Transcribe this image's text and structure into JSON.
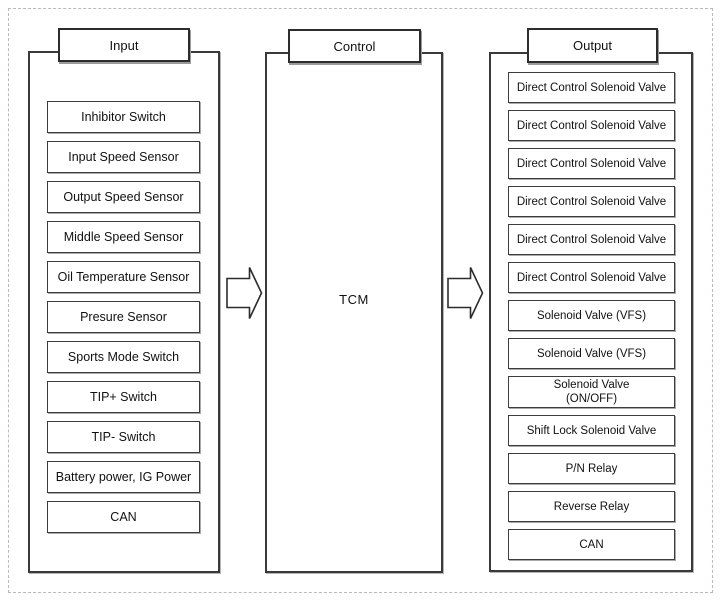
{
  "input_panel": {
    "title": "Input",
    "items": [
      "Inhibitor Switch",
      "Input Speed Sensor",
      "Output Speed Sensor",
      "Middle Speed Sensor",
      "Oil Temperature Sensor",
      "Presure Sensor",
      "Sports Mode Switch",
      "TIP+ Switch",
      "TIP- Switch",
      "Battery power, IG Power",
      "CAN"
    ]
  },
  "control_panel": {
    "title": "Control",
    "label": "TCM"
  },
  "output_panel": {
    "title": "Output",
    "items": [
      "Direct Control Solenoid Valve",
      "Direct Control Solenoid Valve",
      "Direct Control Solenoid Valve",
      "Direct Control Solenoid Valve",
      "Direct Control Solenoid Valve",
      "Direct Control Solenoid Valve",
      "Solenoid Valve (VFS)",
      "Solenoid Valve (VFS)",
      "Solenoid Valve\n(ON/OFF)",
      "Shift Lock Solenoid Valve",
      "P/N Relay",
      "Reverse Relay",
      "CAN"
    ]
  },
  "icons": {
    "flow_arrow": "block-arrow-right"
  },
  "colors": {
    "line": "#2d2d2d",
    "box_border": "#3d3d3d",
    "shadow": "#a9a9a9",
    "outer_frame_dash": "#c6b2c6",
    "background": "#ffffff",
    "text": "#111111"
  }
}
